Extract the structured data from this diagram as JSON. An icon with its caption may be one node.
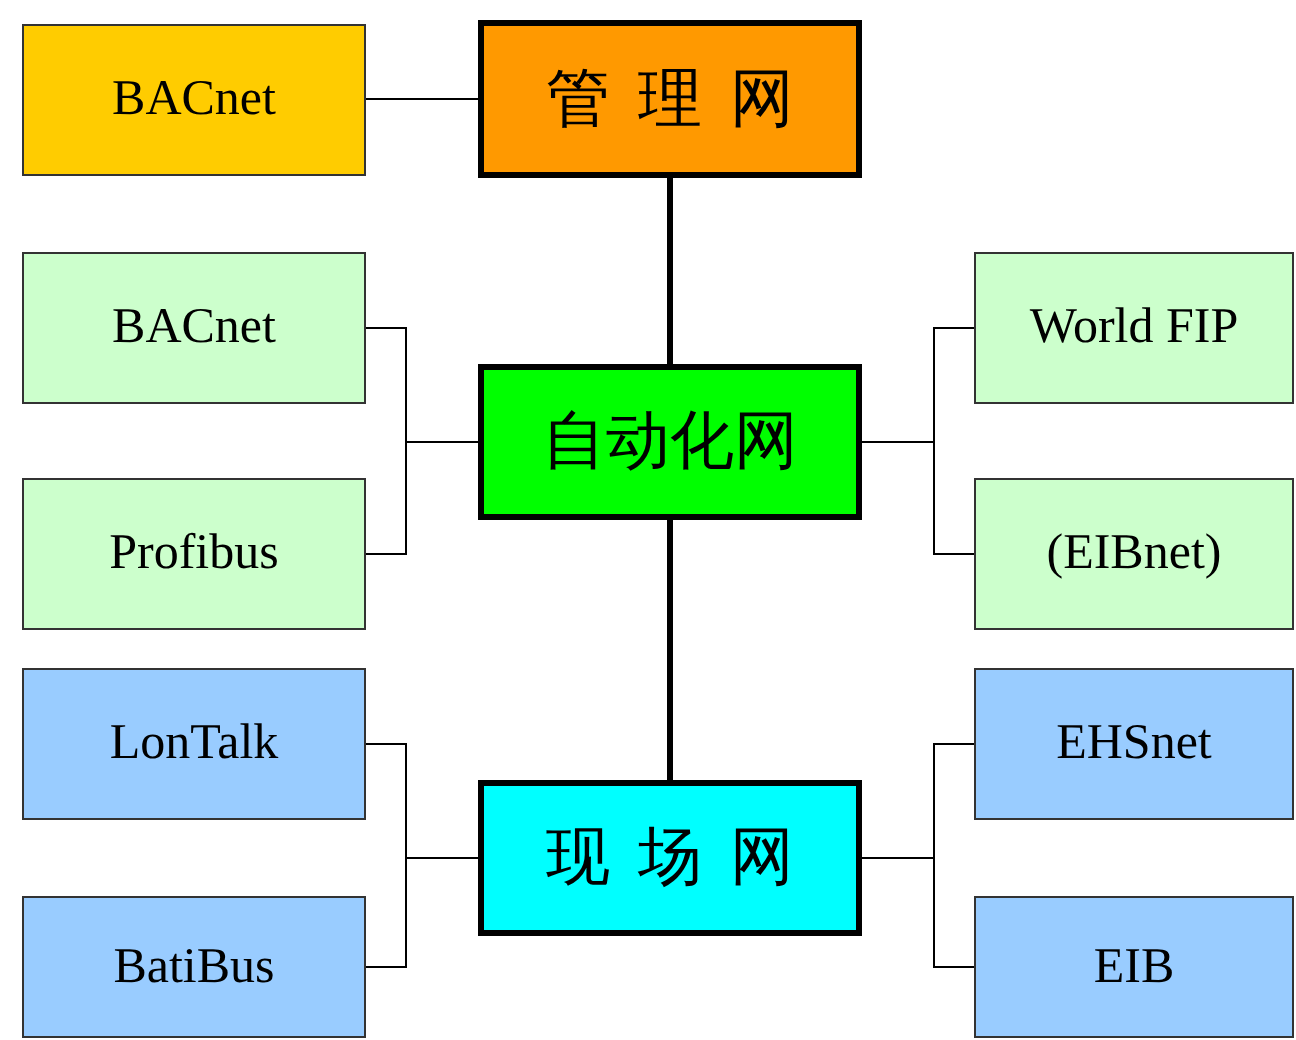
{
  "diagram": {
    "nodes": [
      {
        "text": [
          "管理网"
        ]
      },
      {
        "text": [
          "BACnet"
        ]
      },
      {
        "text": [
          "自动化网"
        ]
      },
      {
        "text": [
          "BACnet"
        ]
      },
      {
        "text": [
          "Profibus"
        ]
      },
      {
        "text": [
          "World FIP"
        ]
      },
      {
        "text": [
          "(EIBnet)"
        ]
      },
      {
        "text": [
          "现场网"
        ]
      },
      {
        "text": [
          "LonTalk"
        ]
      },
      {
        "text": [
          "BatiBus"
        ]
      },
      {
        "text": [
          "EHSnet"
        ]
      },
      {
        "text": [
          "EIB"
        ]
      }
    ],
    "edges": [
      {
        "from": 1,
        "to": 0,
        "arrow": "none"
      },
      {
        "from": 0,
        "to": 2,
        "arrow": "none",
        "style": "thick"
      },
      {
        "from": 3,
        "to": 2,
        "arrow": "none"
      },
      {
        "from": 4,
        "to": 2,
        "arrow": "none"
      },
      {
        "from": 5,
        "to": 2,
        "arrow": "none"
      },
      {
        "from": 6,
        "to": 2,
        "arrow": "none"
      },
      {
        "from": 2,
        "to": 7,
        "arrow": "none",
        "style": "thick"
      },
      {
        "from": 8,
        "to": 7,
        "arrow": "none"
      },
      {
        "from": 9,
        "to": 7,
        "arrow": "none"
      },
      {
        "from": 10,
        "to": 7,
        "arrow": "none"
      },
      {
        "from": 11,
        "to": 7,
        "arrow": "none"
      }
    ]
  }
}
